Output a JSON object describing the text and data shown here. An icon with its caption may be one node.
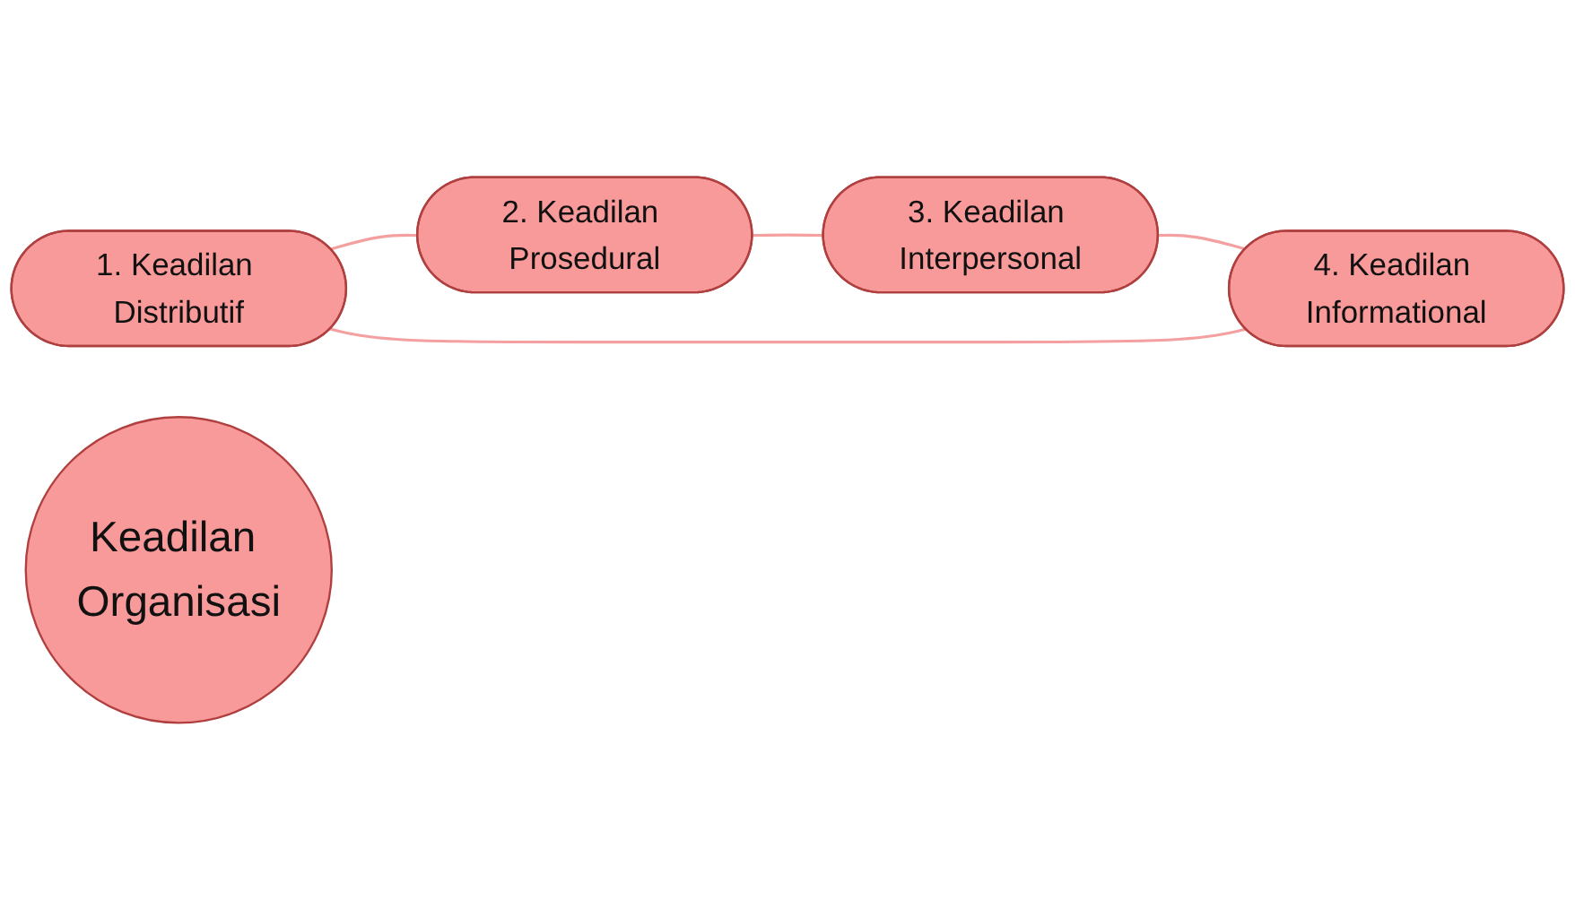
{
  "diagram": {
    "nodes": [
      {
        "text": [
          "1. Keadilan Distributif"
        ]
      },
      {
        "text": [
          "4. Keadilan Informational"
        ]
      },
      {
        "text": [
          "Keadilan Organisasi"
        ]
      },
      {
        "text": [
          "2. Keadilan Prosedural"
        ]
      },
      {
        "text": [
          "3. Keadilan Interpersonal"
        ]
      }
    ],
    "edges": [
      {
        "from": 0,
        "to": 3,
        "arrow": "none"
      },
      {
        "from": 3,
        "to": 4,
        "arrow": "none"
      },
      {
        "from": 4,
        "to": 1,
        "arrow": "none"
      },
      {
        "from": 1,
        "to": 0,
        "arrow": "none"
      }
    ]
  }
}
